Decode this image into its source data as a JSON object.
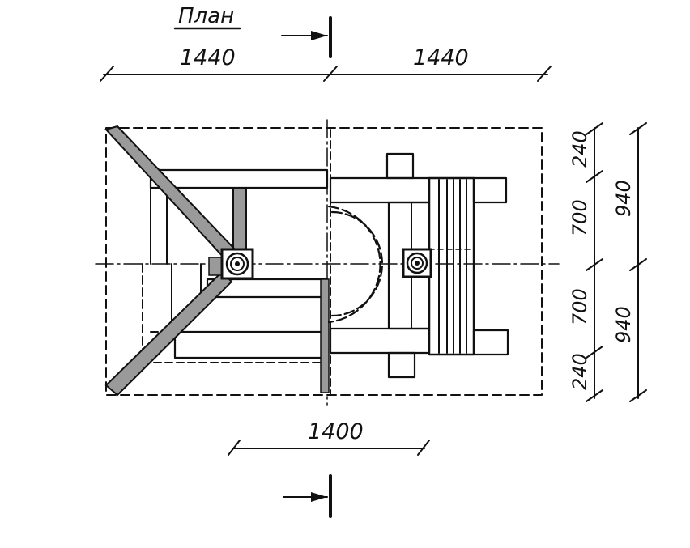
{
  "title": "План",
  "dimensions": {
    "top_left": "1440",
    "top_right": "1440",
    "bottom": "1400",
    "right_inner": [
      "240",
      "700",
      "700",
      "240"
    ],
    "right_outer": [
      "940",
      "940"
    ]
  },
  "colors": {
    "ink": "#111111",
    "paper": "#ffffff",
    "fill_grey": "#9a9a9a"
  }
}
